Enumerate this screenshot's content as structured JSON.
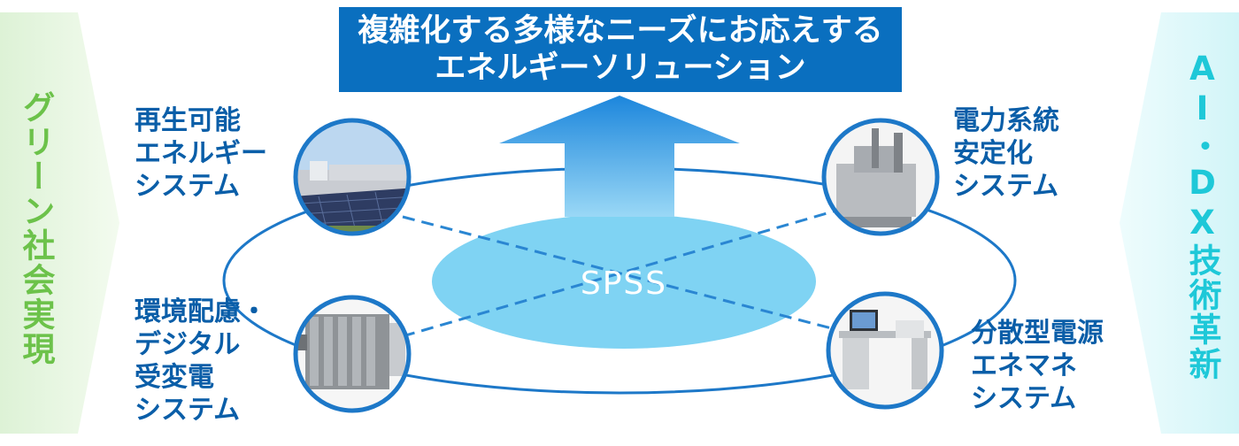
{
  "title": {
    "line1": "複雑化する多様なニーズにお応えする",
    "line2": "エネルギーソリューション"
  },
  "side_left": {
    "text": "グリーン社会実現",
    "color": "#6cc24a"
  },
  "side_right": {
    "text": "AI・DX技術革新",
    "color": "#1ec8d8"
  },
  "center_label": "SPSS",
  "nodes": [
    {
      "lines": [
        "再生可能",
        "エネルギー",
        "システム"
      ],
      "icon": "solar-power-plant-photo"
    },
    {
      "lines": [
        "電力系統",
        "安定化",
        "システム"
      ],
      "icon": "power-substation-equipment-photo"
    },
    {
      "lines": [
        "環境配慮・",
        "デジタル",
        "受変電",
        "システム"
      ],
      "icon": "transformer-photo"
    },
    {
      "lines": [
        "分散型電源",
        "エネマネ",
        "システム"
      ],
      "icon": "control-desk-photo"
    }
  ],
  "colors": {
    "title_bg": "#0a6fbf",
    "label": "#0a5ea8",
    "arrow": "#2c8fe0",
    "ellipse": "#6fd0f0"
  }
}
